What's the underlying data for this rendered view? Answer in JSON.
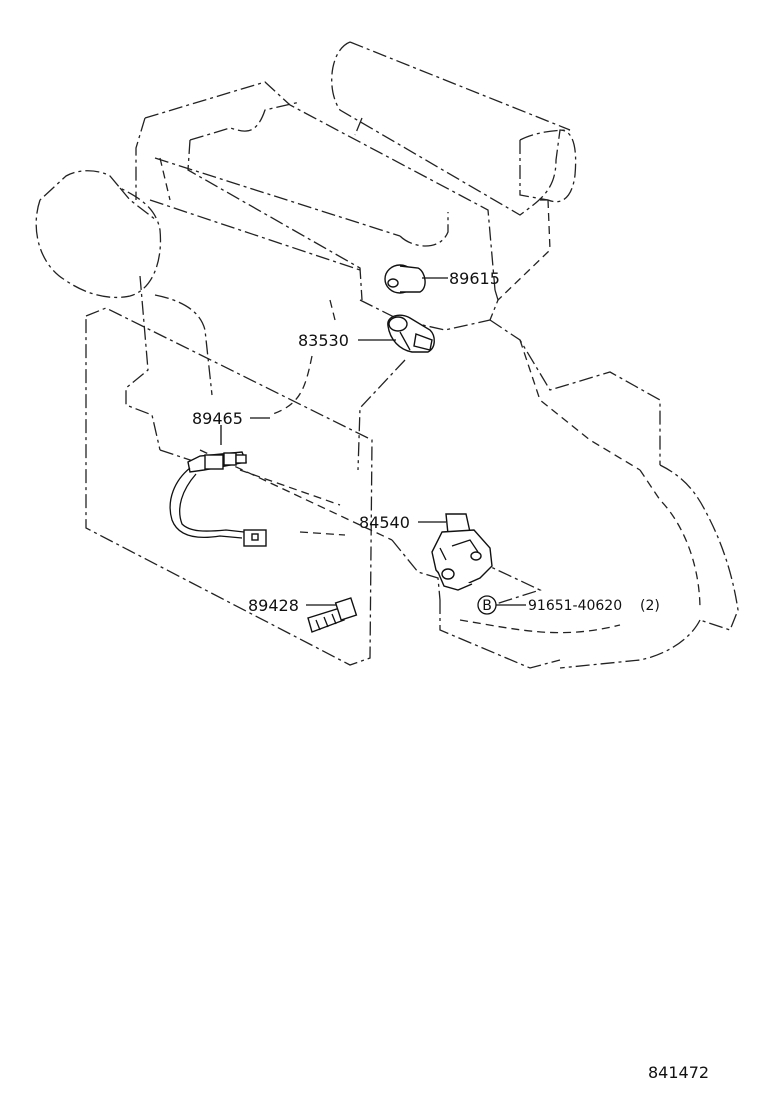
{
  "parts": {
    "p89615": "89615",
    "p83530": "83530",
    "p89465": "89465",
    "p84540": "84540",
    "p89428": "89428",
    "bolt_marker": "B",
    "bolt_part": "91651-40620",
    "bolt_qty": "(2)"
  },
  "footer": {
    "figure_number": "841472"
  }
}
